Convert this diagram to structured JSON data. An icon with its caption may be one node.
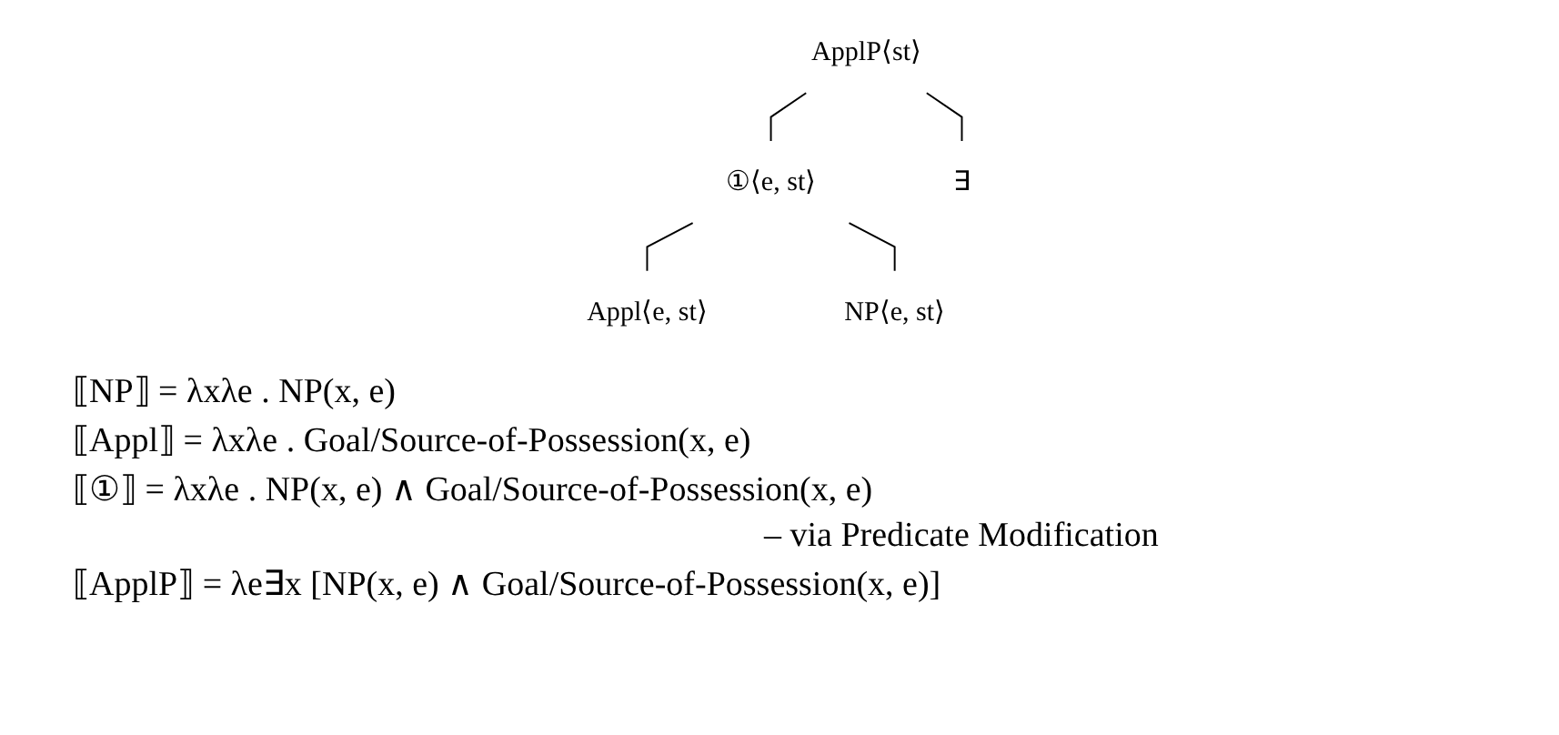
{
  "diagram": {
    "nodes": [
      {
        "text": [
          "ApplP⟨st⟩"
        ]
      },
      {
        "text": [
          "①⟨e, st⟩"
        ]
      },
      {
        "text": [
          "∃"
        ]
      },
      {
        "text": [
          "Appl⟨e, st⟩"
        ]
      },
      {
        "text": [
          "NP⟨e, st⟩"
        ]
      }
    ],
    "edges": [
      {
        "from": 0,
        "to": 1,
        "arrow": "none"
      },
      {
        "from": 0,
        "to": 2,
        "arrow": "none"
      },
      {
        "from": 1,
        "to": 3,
        "arrow": "none"
      },
      {
        "from": 1,
        "to": 4,
        "arrow": "none"
      }
    ],
    "labels": [
      "⟦NP⟧ = λxλe . NP(x, e)",
      "⟦Appl⟧ = λxλe . Goal/Source-of-Possession(x, e)",
      "⟦①⟧ = λxλe . NP(x, e) ∧ Goal/Source-of-Possession(x, e)",
      "– via Predicate Modification",
      "⟦ApplP⟧ = λe∃x [NP(x, e) ∧ Goal/Source-of-Possession(x, e)]"
    ]
  }
}
